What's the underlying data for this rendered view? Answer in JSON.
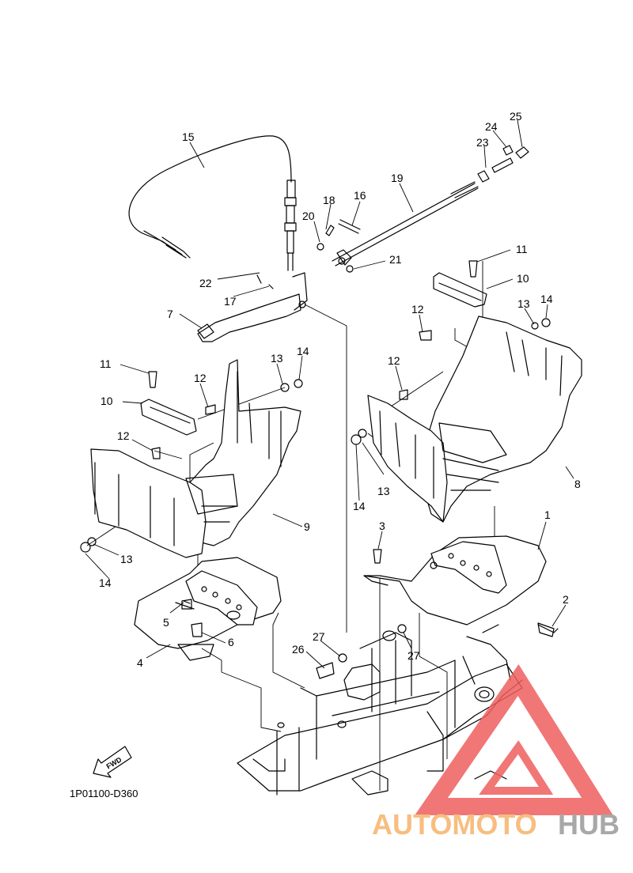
{
  "diagram": {
    "code_label": "1P01100-D360",
    "fwd_label": "FWD",
    "callouts": [
      {
        "id": "c1",
        "text": "1"
      },
      {
        "id": "c2",
        "text": "2"
      },
      {
        "id": "c3",
        "text": "3"
      },
      {
        "id": "c4",
        "text": "4"
      },
      {
        "id": "c5",
        "text": "5"
      },
      {
        "id": "c6",
        "text": "6"
      },
      {
        "id": "c7",
        "text": "7"
      },
      {
        "id": "c8",
        "text": "8"
      },
      {
        "id": "c9",
        "text": "9"
      },
      {
        "id": "c10a",
        "text": "10"
      },
      {
        "id": "c10b",
        "text": "10"
      },
      {
        "id": "c11a",
        "text": "11"
      },
      {
        "id": "c11b",
        "text": "11"
      },
      {
        "id": "c12a",
        "text": "12"
      },
      {
        "id": "c12b",
        "text": "12"
      },
      {
        "id": "c12c",
        "text": "12"
      },
      {
        "id": "c12d",
        "text": "12"
      },
      {
        "id": "c13a",
        "text": "13"
      },
      {
        "id": "c13b",
        "text": "13"
      },
      {
        "id": "c13c",
        "text": "13"
      },
      {
        "id": "c13d",
        "text": "13"
      },
      {
        "id": "c14a",
        "text": "14"
      },
      {
        "id": "c14b",
        "text": "14"
      },
      {
        "id": "c14c",
        "text": "14"
      },
      {
        "id": "c14d",
        "text": "14"
      },
      {
        "id": "c15",
        "text": "15"
      },
      {
        "id": "c16",
        "text": "16"
      },
      {
        "id": "c17",
        "text": "17"
      },
      {
        "id": "c18",
        "text": "18"
      },
      {
        "id": "c19",
        "text": "19"
      },
      {
        "id": "c20",
        "text": "20"
      },
      {
        "id": "c21",
        "text": "21"
      },
      {
        "id": "c22",
        "text": "22"
      },
      {
        "id": "c23",
        "text": "23"
      },
      {
        "id": "c24",
        "text": "24"
      },
      {
        "id": "c25",
        "text": "25"
      },
      {
        "id": "c26",
        "text": "26"
      },
      {
        "id": "c27a",
        "text": "27"
      },
      {
        "id": "c27b",
        "text": "27"
      }
    ]
  },
  "watermark": {
    "part1": "AUTOMOTO",
    "part2": "HUB",
    "color1": "#f5b36a",
    "color2": "#9a9a9a",
    "triangle_color": "#ef5f5f"
  }
}
